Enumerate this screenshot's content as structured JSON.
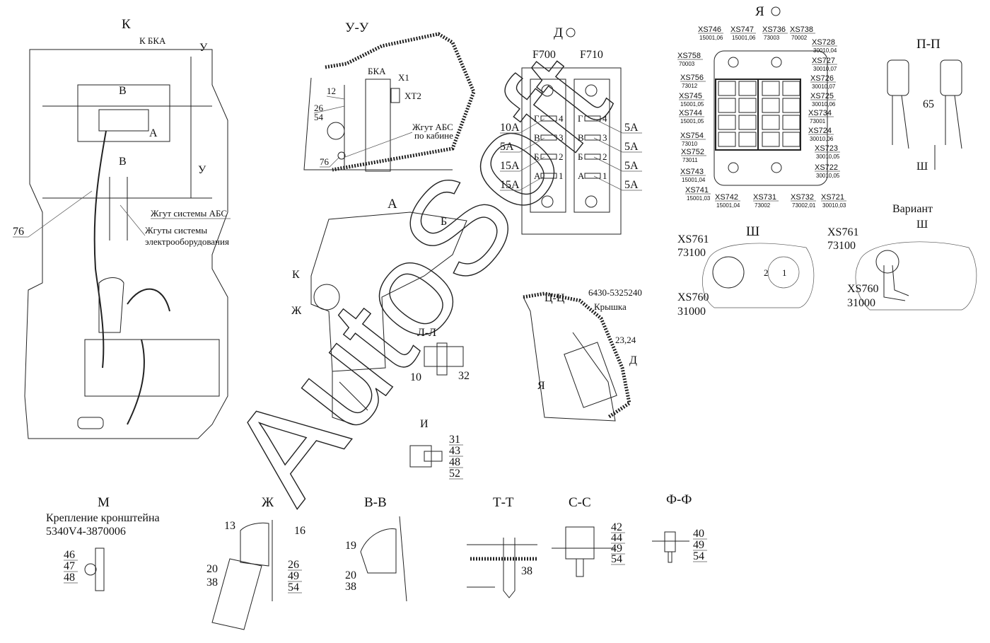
{
  "watermark": "AutoSoft",
  "view_k": {
    "title": "К",
    "to_bka": "К БКА",
    "u1": "У",
    "u2": "У",
    "v1": "В",
    "v2": "В",
    "a": "А",
    "abs_harness": "Жгут системы АБС",
    "el_harness_1": "Жгуты системы",
    "el_harness_2": "электрооборудования",
    "pos76": "76"
  },
  "view_uu": {
    "title": "У-У",
    "bka": "БКА",
    "x1": "X1",
    "xt2": "XT2",
    "p12": "12",
    "p26": "26",
    "p54": "54",
    "harness_1": "Жгут АБС",
    "harness_2": "по кабине",
    "p76": "76"
  },
  "view_d": {
    "title": "Д",
    "f700": "F700",
    "f710": "F710",
    "left_amps": [
      "10А",
      "5А",
      "15А",
      "15А"
    ],
    "right_amps": [
      "5А",
      "5А",
      "5А",
      "5А"
    ],
    "letters": [
      "Г",
      "В",
      "Б",
      "А"
    ],
    "numbers": [
      "4",
      "3",
      "2",
      "1"
    ]
  },
  "view_ya": {
    "title": "Я",
    "labels": [
      {
        "id": "XS746",
        "code": "15001,06"
      },
      {
        "id": "XS747",
        "code": "15001,06"
      },
      {
        "id": "XS736",
        "code": "73003"
      },
      {
        "id": "XS738",
        "code": "70002"
      },
      {
        "id": "XS728",
        "code": "30010,04"
      },
      {
        "id": "XS758",
        "code": "70003"
      },
      {
        "id": "XS727",
        "code": "30010,07"
      },
      {
        "id": "XS756",
        "code": "73012"
      },
      {
        "id": "XS726",
        "code": "30010,07"
      },
      {
        "id": "XS745",
        "code": "15001,05"
      },
      {
        "id": "XS725",
        "code": "30010,06"
      },
      {
        "id": "XS744",
        "code": "15001,05"
      },
      {
        "id": "XS734",
        "code": "73001"
      },
      {
        "id": "XS724",
        "code": "30010,06"
      },
      {
        "id": "XS754",
        "code": "73010"
      },
      {
        "id": "XS752",
        "code": "73011"
      },
      {
        "id": "XS723",
        "code": "30010,05"
      },
      {
        "id": "XS743",
        "code": "15001,04"
      },
      {
        "id": "XS722",
        "code": "30010,05"
      },
      {
        "id": "XS741",
        "code": "15001,03"
      },
      {
        "id": "XS742",
        "code": "15001,04"
      },
      {
        "id": "XS731",
        "code": "73002"
      },
      {
        "id": "XS732",
        "code": "73002,01"
      },
      {
        "id": "XS721",
        "code": "30010,03"
      }
    ]
  },
  "view_pp": {
    "title": "П-П",
    "p65": "65",
    "sh": "Ш"
  },
  "view_a": {
    "title": "А",
    "b": "Б",
    "k": "К",
    "zh": "Ж"
  },
  "view_ll": {
    "title": "Л-Л",
    "p10": "10",
    "p32": "32"
  },
  "view_i": {
    "title": "И",
    "parts": [
      "31",
      "43",
      "48",
      "52"
    ]
  },
  "view_cc": {
    "title": "Ц-Ц",
    "part_no": "6430-5325240",
    "cover": "Крышка",
    "p2324": "23,24",
    "d": "Д",
    "ya": "Я"
  },
  "view_sh": {
    "title": "Ш",
    "xs761": "XS761",
    "c761": "73100",
    "xs760": "XS760",
    "c760": "31000",
    "n2": "2",
    "n1": "1"
  },
  "view_sh_var": {
    "title_1": "Вариант",
    "title_2": "Ш",
    "xs761": "XS761",
    "c761": "73100",
    "xs760": "XS760",
    "c760": "31000"
  },
  "view_m": {
    "title": "М",
    "caption_1": "Крепление кронштейна",
    "caption_2": "5340V4-3870006",
    "parts": [
      "46",
      "47",
      "48"
    ]
  },
  "view_zh": {
    "title": "Ж",
    "p13": "13",
    "p16": "16",
    "p20": "20",
    "p38": "38",
    "parts": [
      "26",
      "49",
      "54"
    ]
  },
  "view_vv": {
    "title": "В-В",
    "p19": "19",
    "p20": "20",
    "p38": "38"
  },
  "view_tt": {
    "title": "Т-Т",
    "p38": "38"
  },
  "view_ss": {
    "title": "С-С",
    "parts": [
      "42",
      "44",
      "49",
      "54"
    ]
  },
  "view_ff": {
    "title": "Ф-Ф",
    "parts": [
      "40",
      "49",
      "54"
    ]
  }
}
